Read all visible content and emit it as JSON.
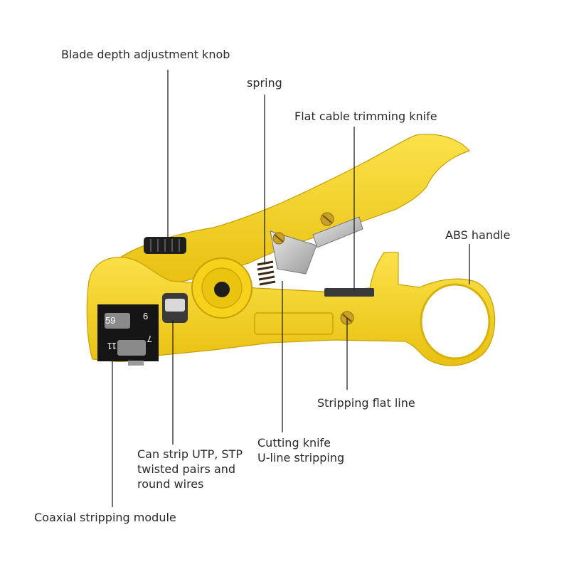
{
  "callouts": {
    "blade_knob": "Blade depth adjustment knob",
    "spring": "spring",
    "flat_knife": "Flat cable trimming knife",
    "abs_handle": "ABS handle",
    "stripping_flat": "Stripping flat line",
    "cutting_knife_1": "Cutting knife",
    "cutting_knife_2": "U-line stripping",
    "utp_1": "Can strip UTP, STP",
    "utp_2": "twisted pairs and",
    "utp_3": "round wires",
    "coaxial": "Coaxial stripping module"
  },
  "tool_markings": {
    "size_59": "59",
    "size_6": "6",
    "size_7": "7",
    "size_11": "11"
  },
  "colors": {
    "body": "#f5d31e",
    "body_shade": "#e0b80d",
    "text": "#2a2a2a",
    "leader": "#222222"
  }
}
